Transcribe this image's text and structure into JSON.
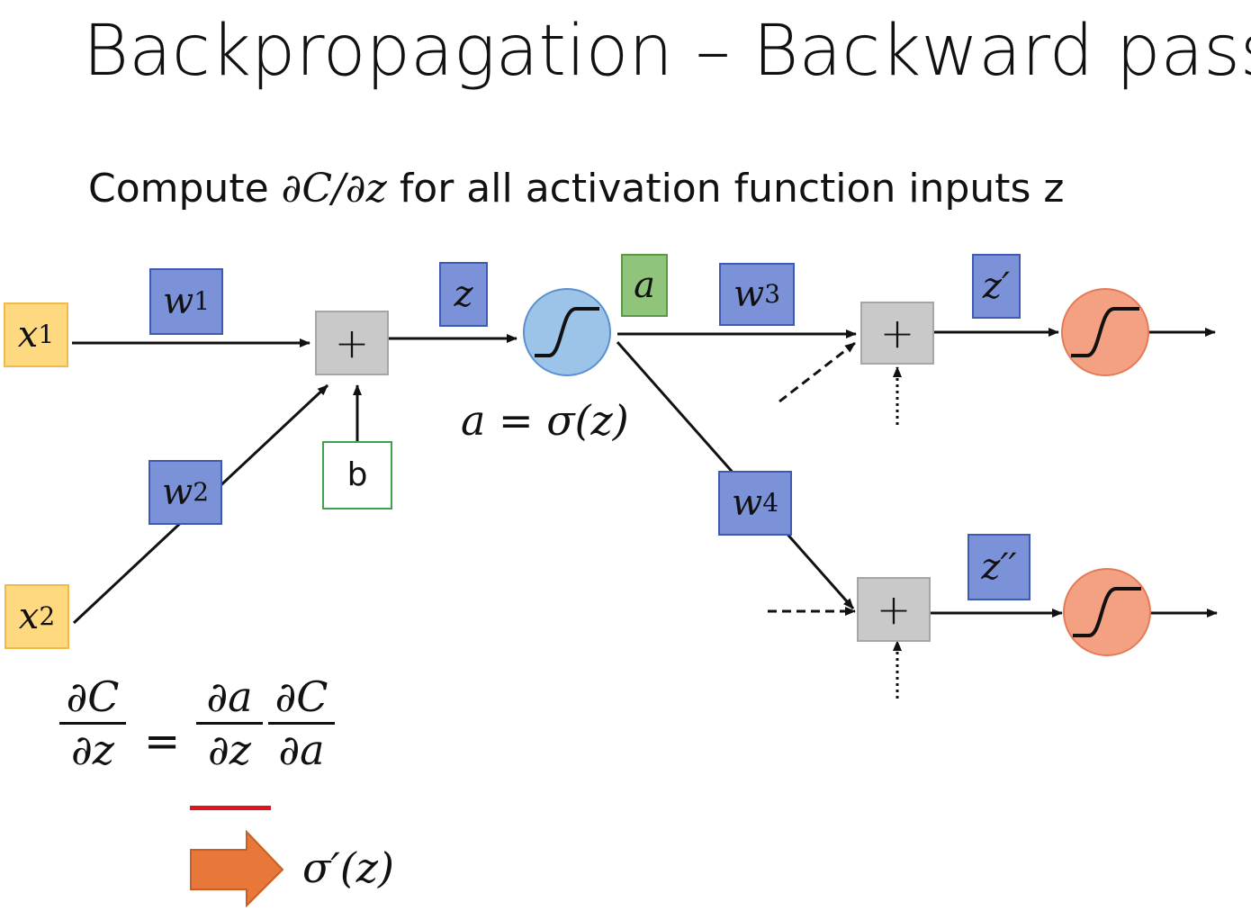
{
  "title": "Backpropagation – Backward pass",
  "subtitle": {
    "prefix": "Compute ",
    "math": "∂C/∂z",
    "suffix": " for all activation function inputs z"
  },
  "diagram": {
    "inputs": {
      "x1": "x",
      "x1_sub": "1",
      "x2": "x",
      "x2_sub": "2"
    },
    "weights": {
      "w1": "w",
      "w1_sub": "1",
      "w2": "w",
      "w2_sub": "2",
      "w3": "w",
      "w3_sub": "3",
      "w4": "w",
      "w4_sub": "4"
    },
    "bias": "b",
    "sum_symbol": "+",
    "z_label": "z",
    "a_label": "a",
    "z_prime": "z′",
    "z_double_prime": "z′′",
    "activation_eq": "a = σ(z)"
  },
  "formula": {
    "lhs_num": "∂C",
    "lhs_den": "∂z",
    "equals": "=",
    "r1_num": "∂a",
    "r1_den": "∂z",
    "r2_num": "∂C",
    "r2_den": "∂a",
    "result": "σ′(z)"
  },
  "colors": {
    "input_fill": "#ffd980",
    "weight_fill": "#7b92d8",
    "activation_fill": "#8fc47a",
    "neuron_blue": "#9cc3e8",
    "neuron_orange": "#f4a183",
    "highlight_red": "#e0141e",
    "arrow_orange": "#e8783a"
  }
}
